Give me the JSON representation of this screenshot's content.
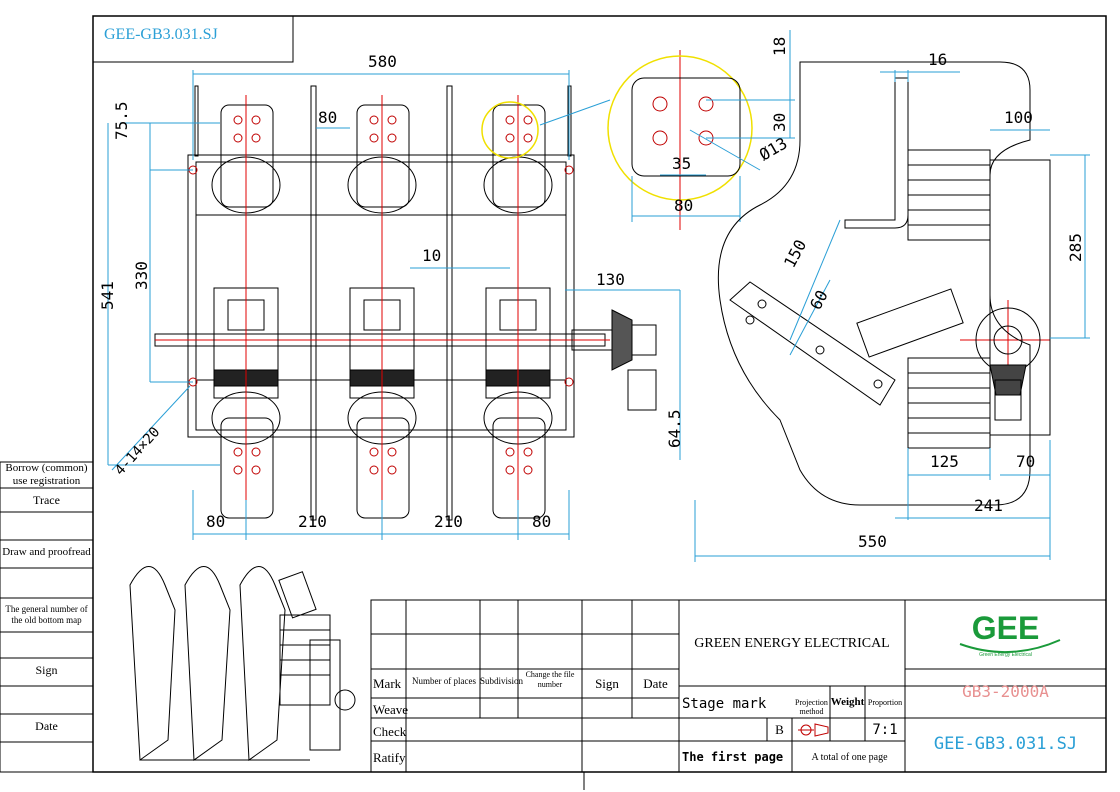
{
  "drawing_code_top": "GEE-GB3.031.SJ",
  "left_column": {
    "borrow": "Borrow (common) use registration",
    "trace": "Trace",
    "draw": "Draw and proofread",
    "old_map": "The general number of the old bottom map",
    "sign": "Sign",
    "date": "Date"
  },
  "dimensions": {
    "d580": "580",
    "d80top": "80",
    "d75_5": "75.5",
    "d330": "330",
    "d541": "541",
    "d10": "10",
    "d130": "130",
    "d64_5": "64.5",
    "d4_14x20": "4-14×20",
    "b80a": "80",
    "b210a": "210",
    "b210b": "210",
    "b80b": "80",
    "det18": "18",
    "det30": "30",
    "det35": "35",
    "det13": "Ø13",
    "det80": "80",
    "s16": "16",
    "s100": "100",
    "s285": "285",
    "s150": "150",
    "s60": "60",
    "s125": "125",
    "s70": "70",
    "s241": "241",
    "s550": "550"
  },
  "title_block": {
    "company": "GREEN ENERGY ELECTRICAL",
    "logo": "GEE",
    "logo_tagline": "Green Energy Electrical",
    "model": "GB3-2000A",
    "code": "GEE-GB3.031.SJ",
    "mark": "Mark",
    "places": "Number of places",
    "subdivision": "Subdivision",
    "change_file": "Change the file number",
    "sign": "Sign",
    "date": "Date",
    "weave": "Weave",
    "check": "Check",
    "ratify": "Ratify",
    "stage_mark": "Stage mark",
    "projection": "Projection method",
    "weight": "Weight",
    "proportion": "Proportion",
    "stage_value": "B",
    "scale": "7:1",
    "first_page": "The first page",
    "total_pages": "A total of one page"
  },
  "colors": {
    "dimension": "#2a9fd6",
    "centerline": "#e00000",
    "detail_circle": "#f0e000",
    "logo": "#1a9a3a",
    "model": "#e89090",
    "code": "#2a9fd6"
  }
}
